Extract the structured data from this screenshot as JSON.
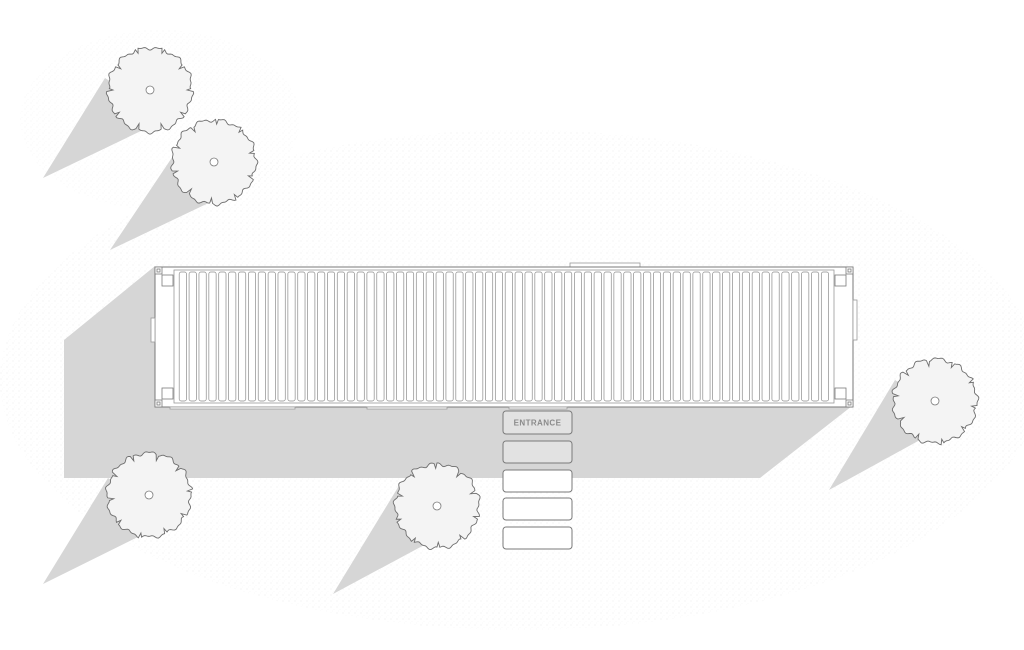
{
  "plan": {
    "entrance_label": "ENTRANCE",
    "container": {
      "rib_count": 66
    },
    "trees": [
      {
        "id": "tree-nw-1"
      },
      {
        "id": "tree-nw-2"
      },
      {
        "id": "tree-sw"
      },
      {
        "id": "tree-s-center"
      },
      {
        "id": "tree-e"
      }
    ],
    "steps": {
      "count": 5
    }
  },
  "colors": {
    "background": "#ffffff",
    "shadow": "#d6d6d6",
    "ground_speckle": "#e9e9e9",
    "line": "#8c8c8c",
    "tree_fill": "#f4f4f4",
    "step_fill": "#ffffff",
    "entrance_fill": "#e2e2e2"
  }
}
